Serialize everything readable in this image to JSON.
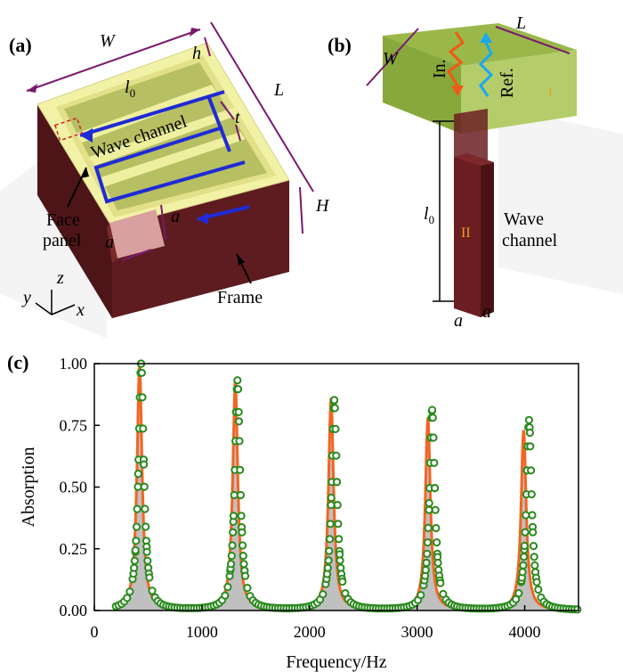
{
  "panels": {
    "a": {
      "label": "(a)",
      "dims": {
        "W": "W",
        "L": "L",
        "H": "H",
        "h": "h",
        "t": "t",
        "l0": "l",
        "l0_sub": "0",
        "a1": "a",
        "a2": "a"
      },
      "texts": {
        "wave_channel": "Wave channel",
        "face_panel_1": "Face",
        "face_panel_2": "panel",
        "frame": "Frame"
      },
      "axes": {
        "x": "x",
        "y": "y",
        "z": "z"
      },
      "colors": {
        "frame": "#4d1518",
        "frame_top": "#5e1c20",
        "panel": "#f2f2a6",
        "panel_rim": "#e3e08a",
        "channel": "#a9b456",
        "arrows": "#1f2bd6",
        "dims": "#7a1a6e",
        "hole": "#d9a0a0"
      }
    },
    "b": {
      "label": "(b)",
      "dims": {
        "W": "W",
        "L": "L",
        "l0": "l",
        "l0_sub": "0",
        "a1": "a",
        "a2": "a"
      },
      "texts": {
        "incident": "In.",
        "reflected": "Ref.",
        "region1": "I",
        "region2": "II",
        "wave_1": "Wave",
        "wave_2": "channel"
      },
      "colors": {
        "block_top": "#9ab84a",
        "block_front": "#88a83c",
        "block_side": "#6e8c2c",
        "channel_front": "#6b1e22",
        "channel_side": "#4a1215",
        "incident": "#f05a14",
        "reflected": "#1aa8f0",
        "roman": "#e8a020"
      }
    },
    "c": {
      "label": "(c)",
      "colors": {
        "curve": "#f26522",
        "fill": "#c0c0c0",
        "points": "#2a8a1e"
      }
    }
  },
  "chart_data": {
    "type": "line",
    "title": "",
    "xlabel": "Frequency/Hz",
    "ylabel": "Absorption",
    "xlim": [
      0,
      4500
    ],
    "ylim": [
      0,
      1.0
    ],
    "xticks": [
      0,
      1000,
      2000,
      3000,
      4000
    ],
    "yticks": [
      0.0,
      0.25,
      0.5,
      0.75,
      1.0
    ],
    "ytick_labels": [
      "0.00",
      "0.25",
      "0.50",
      "0.75",
      "1.00"
    ],
    "series": [
      {
        "style": "line-filled",
        "peaks": [
          {
            "f": 420,
            "a": 1.0
          },
          {
            "f": 1310,
            "a": 0.93
          },
          {
            "f": 2200,
            "a": 0.86
          },
          {
            "f": 3100,
            "a": 0.78
          },
          {
            "f": 3990,
            "a": 0.73
          }
        ],
        "halfwidth_hz": 28,
        "range": [
          200,
          4500
        ]
      },
      {
        "style": "markers",
        "peaks": [
          {
            "f": 435,
            "a": 1.0
          },
          {
            "f": 1330,
            "a": 0.93
          },
          {
            "f": 2230,
            "a": 0.85
          },
          {
            "f": 3140,
            "a": 0.81
          },
          {
            "f": 4040,
            "a": 0.77
          }
        ],
        "halfwidth_hz": 30,
        "range": [
          200,
          4500
        ]
      }
    ],
    "grid": false,
    "legend": "none"
  }
}
